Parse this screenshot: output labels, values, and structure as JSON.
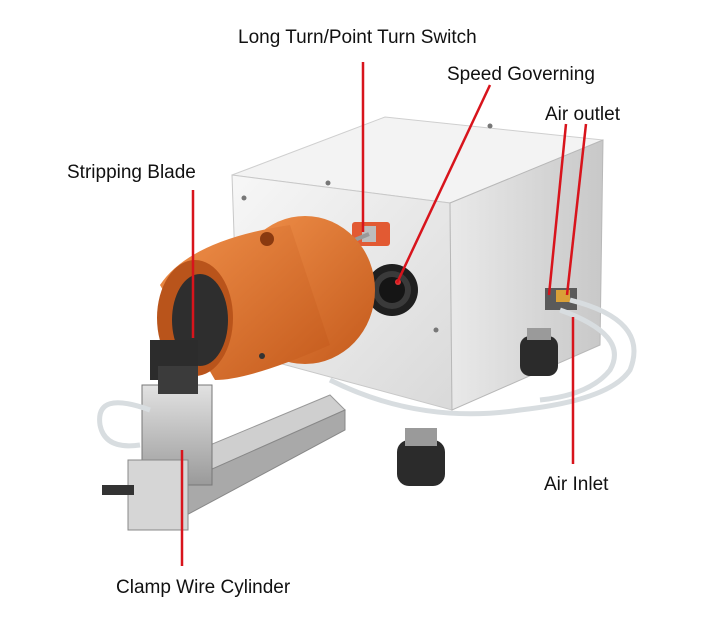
{
  "labels": {
    "switch": "Long Turn/Point Turn Switch",
    "speed": "Speed Governing",
    "air_outlet": "Air outlet",
    "stripping_blade": "Stripping Blade",
    "air_inlet": "Air Inlet",
    "clamp_cylinder": "Clamp Wire Cylinder"
  },
  "colors": {
    "leader_line": "#d8141c",
    "housing": "#ececec",
    "rotor_orange": "#e07a35",
    "text": "#111111"
  }
}
